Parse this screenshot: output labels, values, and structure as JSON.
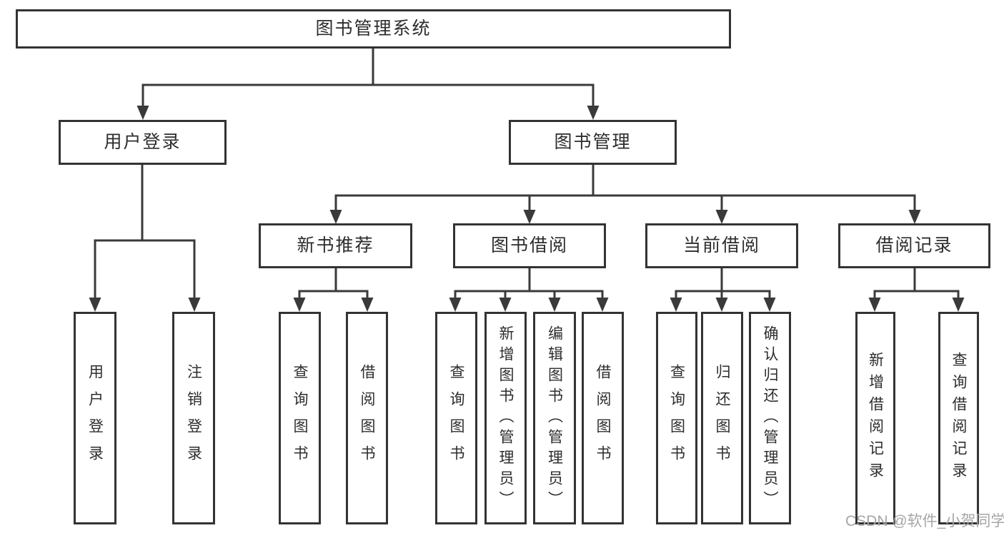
{
  "colors": {
    "line": "#3a3a3a",
    "border": "#333333",
    "box_bg": "#ffffff",
    "text": "#2d2d2d",
    "watermark": "#a6a6a6"
  },
  "watermark": "CSDN @软件_小贺同学",
  "nodes": {
    "root": {
      "label": "图书管理系统"
    },
    "user_login": {
      "label": "用户登录"
    },
    "book_mgmt": {
      "label": "图书管理"
    },
    "new_book_rec": {
      "label": "新书推荐"
    },
    "book_borrow": {
      "label": "图书借阅"
    },
    "current_borrow": {
      "label": "当前借阅"
    },
    "borrow_record": {
      "label": "借阅记录"
    },
    "leaf_user_login": {
      "label": "用户登录"
    },
    "leaf_logout": {
      "label": "注销登录"
    },
    "leaf_query_book_rec": {
      "label": "查询图书"
    },
    "leaf_borrow_book_rec": {
      "label": "借阅图书"
    },
    "leaf_query_book_borrow": {
      "label": "查询图书"
    },
    "leaf_add_book": {
      "label": "新增图书（管理员）"
    },
    "leaf_edit_book": {
      "label": "编辑图书（管理员）"
    },
    "leaf_borrow_book_borrow": {
      "label": "借阅图书"
    },
    "leaf_query_book_current": {
      "label": "查询图书"
    },
    "leaf_return_book": {
      "label": "归还图书"
    },
    "leaf_confirm_return": {
      "label": "确认归还（管理员）"
    },
    "leaf_add_borrow_record": {
      "label": "新增借阅记录"
    },
    "leaf_query_borrow_record": {
      "label": "查询借阅记录"
    }
  }
}
